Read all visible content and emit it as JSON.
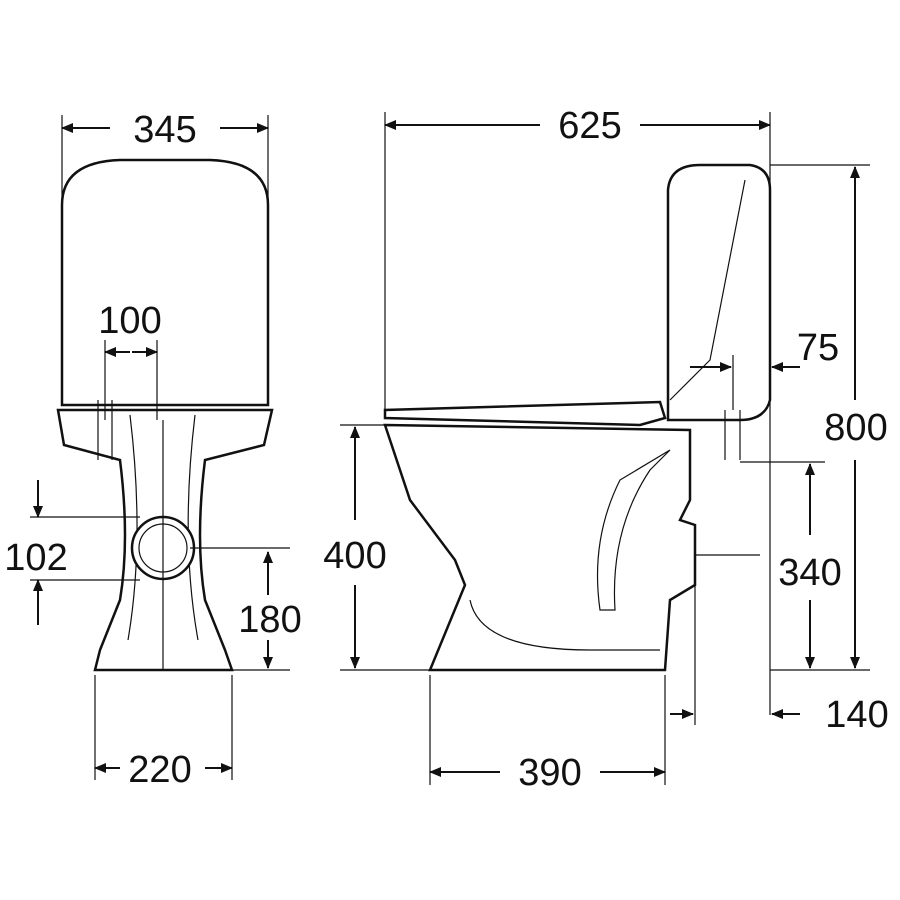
{
  "drawing": {
    "front_view": {
      "width_top": "345",
      "inlet_offset": "100",
      "outlet_diameter": "102",
      "outlet_height": "180",
      "base_width": "220"
    },
    "side_view": {
      "overall_depth": "625",
      "inlet_offset": "75",
      "overall_height": "800",
      "seat_height": "400",
      "inlet_height": "340",
      "outlet_to_wall": "140",
      "base_depth": "390"
    },
    "colors": {
      "line": "#111111",
      "background": "#ffffff"
    }
  }
}
